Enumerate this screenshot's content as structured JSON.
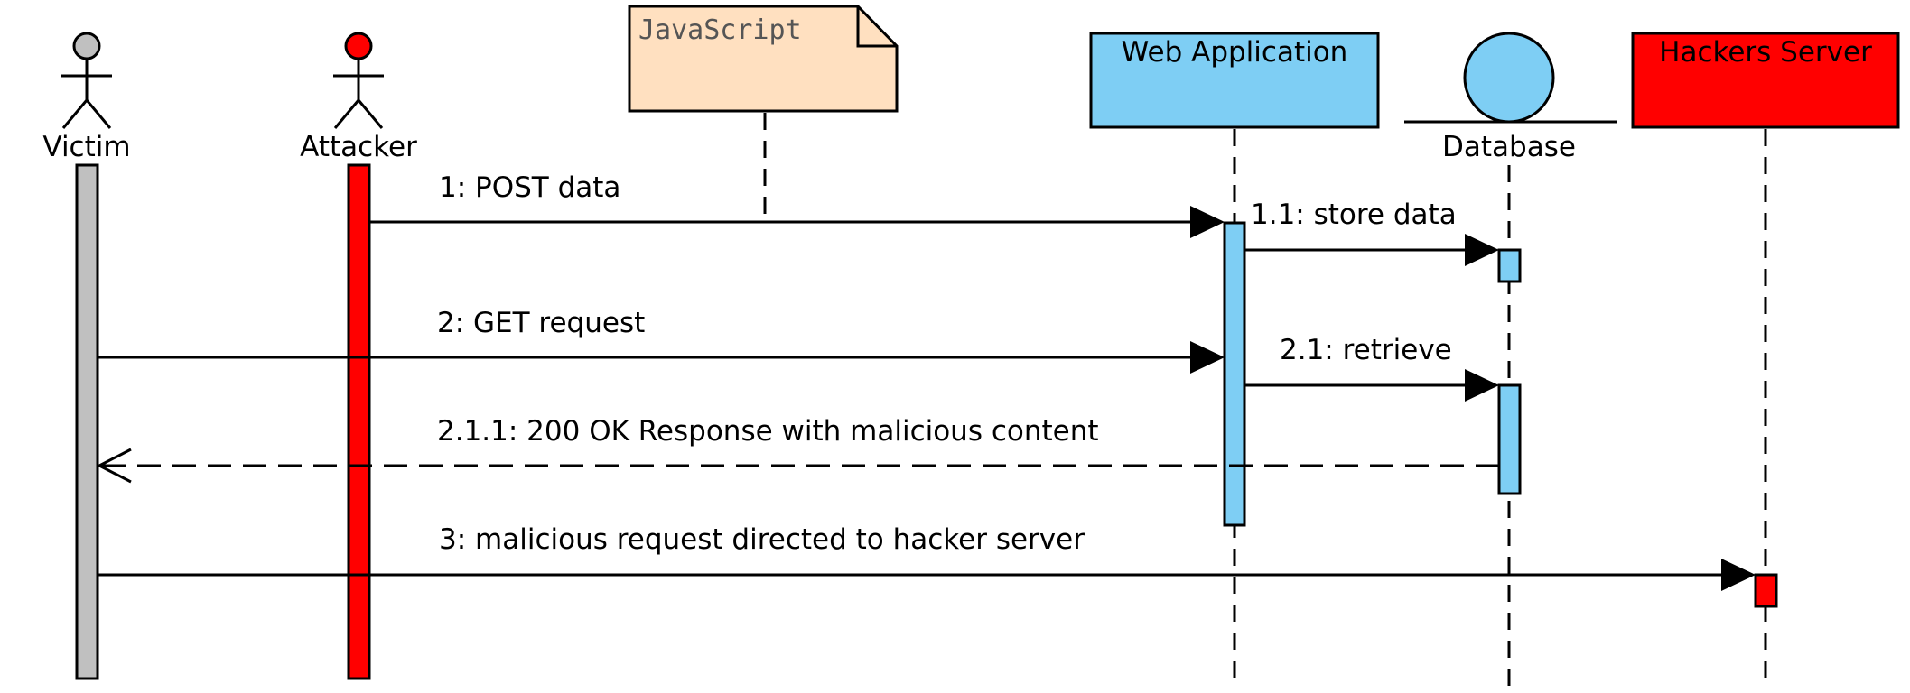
{
  "participants": {
    "victim": {
      "label": "Victim",
      "color": "#c0c0c0"
    },
    "attacker": {
      "label": "Attacker",
      "color": "#ff0000"
    },
    "web_app": {
      "label": "Web Application",
      "color": "#7ecef4"
    },
    "database": {
      "label": "Database",
      "color": "#7ecef4"
    },
    "hackers_server": {
      "label": "Hackers Server",
      "color": "#ff0000"
    }
  },
  "note": {
    "text": "JavaScript",
    "color": "#ffe0c0"
  },
  "messages": [
    {
      "label": "1: POST data"
    },
    {
      "label": "1.1: store data"
    },
    {
      "label": "2: GET request"
    },
    {
      "label": "2.1: retrieve"
    },
    {
      "label": "2.1.1: 200 OK Response with malicious content"
    },
    {
      "label": "3: malicious request directed to hacker server"
    }
  ]
}
